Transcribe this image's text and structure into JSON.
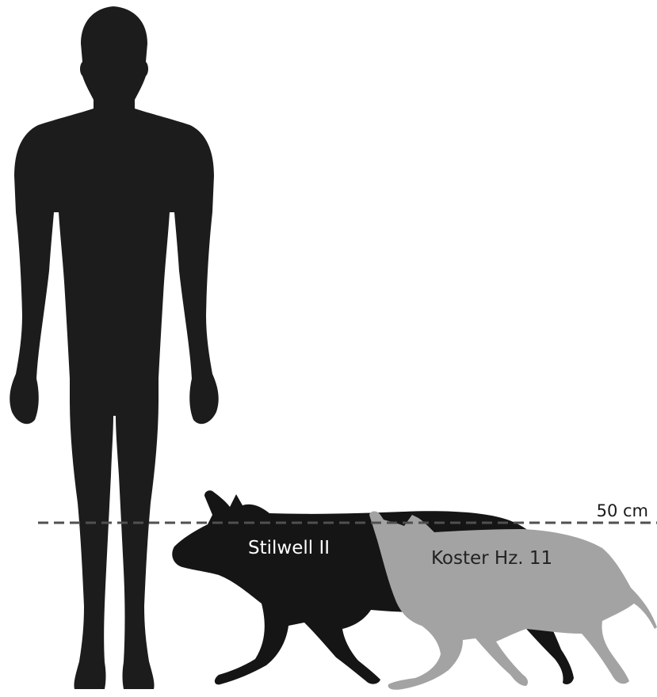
{
  "scale_line": {
    "label": "50 cm"
  },
  "figures": [
    {
      "name": "human",
      "label": ""
    },
    {
      "name": "dog-dark",
      "label": "Stilwell II"
    },
    {
      "name": "dog-gray",
      "label": "Koster Hz. 11"
    }
  ],
  "colors": {
    "human": "#1c1c1c",
    "dog_dark": "#151515",
    "dog_gray": "#a3a3a3",
    "dashed_line": "#505050",
    "label_on_dark": "#ffffff",
    "label_on_gray": "#222222",
    "scale_label": "#1a1a1a"
  }
}
